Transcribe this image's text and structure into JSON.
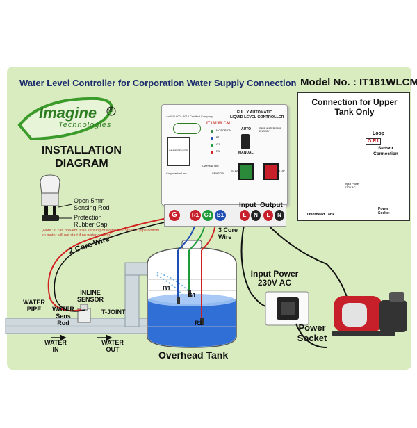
{
  "title": "Water Level Controller for Corporation Water Supply Connection",
  "model": "Model No. : IT181WLCM",
  "brand": {
    "name": "Imagine",
    "sub": "Technologies",
    "reg": "®"
  },
  "installation": {
    "line1": "INSTALLATION",
    "line2": "DIAGRAM"
  },
  "sensor_callouts": {
    "open_rod": "Open 5mm Sensing Rod",
    "cap": "Protection Rubber Cap",
    "note": "(Note : It can prevent false sensing of Water that Stuck in pipe bottom so moter will not start if no water coming)"
  },
  "controller": {
    "iso": "An ISO 9001:2015 Certified Company",
    "heading1": "FULLY AUTOMATIC",
    "heading2": "LIQUID LEVEL CONTROLLER",
    "model": "IT181WLCM",
    "motor_on": "MOTOR ON",
    "auto": "AUTO",
    "manual": "MANUAL",
    "save_water": "SAVE WATER SAVE ENERGY",
    "start": "START",
    "stop": "STOP",
    "indicators": [
      "B1",
      "G1",
      "R1"
    ],
    "corporation_line": "Corporation Line",
    "overhead_tank": "Overhead Tank",
    "inline_sensor": "INLINE SENSOR",
    "sensor": "SENSOR"
  },
  "terminals": [
    "G",
    "R1",
    "G1",
    "B1",
    "L",
    "N",
    "L",
    "N"
  ],
  "labels": {
    "input": "Input",
    "output": "Output",
    "two_core": "2 Core Wire",
    "three_core": "3 Core Wire",
    "input_power": "Input Power 230V AC",
    "power_socket": "Power Socket",
    "overhead_tank": "Overhead Tank",
    "water_pipe": "WATER PIPE",
    "water_sens_rod": "WATER Sens Rod",
    "inline_sensor": "INLINE SENSOR",
    "t_joint": "T-JOINT",
    "water_in": "WATER IN",
    "water_out": "WATER OUT",
    "b1": "B1",
    "g1": "G1",
    "r1": "R1"
  },
  "inset": {
    "title": "Connection for Upper Tank Only",
    "loop": "Loop",
    "loop_terminal": "G.R1",
    "sensor_connection": "Sensor Connection",
    "input_power": "Input Power 230V AC",
    "power_socket": "Power Socket",
    "overhead_tank": "Overhead Tank"
  },
  "colors": {
    "panel": "#d9ecbf",
    "brand_green": "#3a9a2a",
    "title_blue": "#1a2a6b",
    "wire_red": "#d32020",
    "wire_green": "#1f9a3a",
    "wire_blue": "#1f4fb5",
    "water": "#2f6fd6"
  }
}
